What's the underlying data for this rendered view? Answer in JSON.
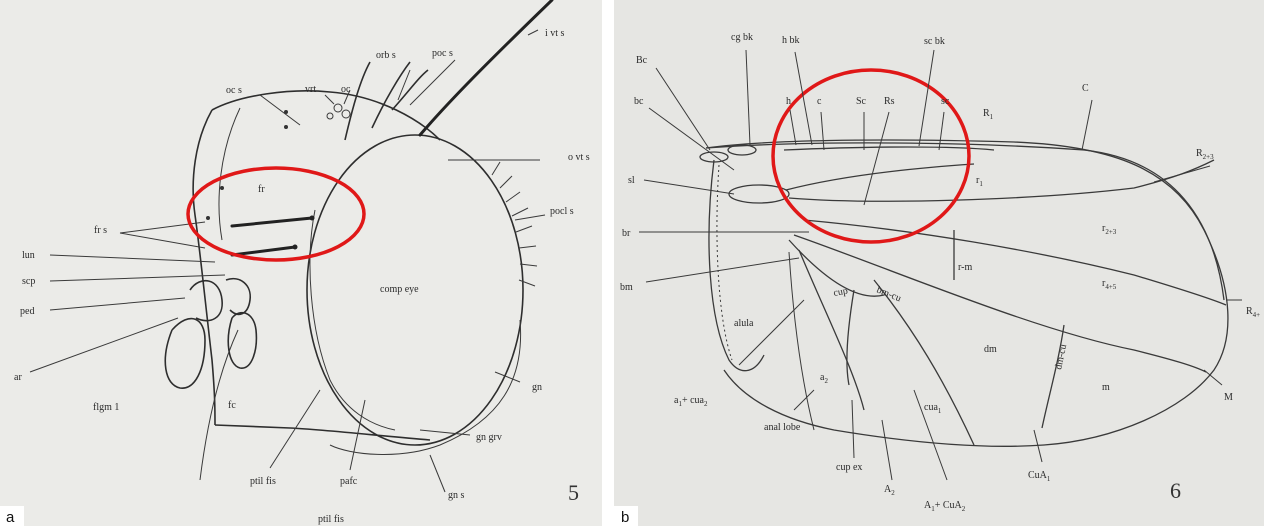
{
  "panel_a": {
    "letter": "a",
    "figure_number": "5",
    "labels": {
      "oc_s": "oc s",
      "vrt": "vrt",
      "oc": "oc",
      "orb_s": "orb s",
      "poc_s": "poc s",
      "i_vt_s": "i vt s",
      "o_vt_s": "o vt s",
      "fr": "fr",
      "fr_s": "fr s",
      "lun": "lun",
      "scp": "scp",
      "ped": "ped",
      "pocl_s": "pocl s",
      "comp_eye": "comp eye",
      "ar": "ar",
      "flgm_1": "flgm 1",
      "fc": "fc",
      "gn": "gn",
      "gn_grv": "gn grv",
      "ptil_fis_1": "ptil fis",
      "pafc": "pafc",
      "gn_s": "gn s",
      "ptil_fis_2": "ptil fis"
    }
  },
  "panel_b": {
    "letter": "b",
    "figure_number": "6",
    "labels": {
      "Bc": "Bc",
      "cg_bk": "cg bk",
      "h_bk": "h bk",
      "sc_bk": "sc bk",
      "bc": "bc",
      "h": "h",
      "c": "c",
      "Sc": "Sc",
      "Rs": "Rs",
      "sc": "sc",
      "R1": "R",
      "R1_sub": "1",
      "C": "C",
      "R23": "R",
      "R23_sub": "2+3",
      "sl": "sl",
      "r1": "r",
      "r1_sub": "1",
      "br": "br",
      "r23": "r",
      "r23_sub": "2+3",
      "bm": "bm",
      "r_m": "r-m",
      "r45": "r",
      "r45_sub": "4+5",
      "R45": "R",
      "R45_sub": "4+",
      "cup": "cup",
      "bm_cu": "bm-cu",
      "alula": "alula",
      "dm": "dm",
      "dm_cu": "dm-cu",
      "m": "m",
      "a1_cua2": "a",
      "a1_cua2_sub": "1",
      "a1_cua2_rest": "+ cua",
      "a1_cua2_sub2": "2",
      "a2": "a",
      "a2_sub": "2",
      "cua1": "cua",
      "cua1_sub": "1",
      "M": "M",
      "anal_lobe": "anal lobe",
      "cup_ex": "cup ex",
      "A2": "A",
      "A2_sub": "2",
      "A1CuA2": "A",
      "A1CuA2_sub": "1",
      "A1CuA2_rest": "+ CuA",
      "A1CuA2_sub2": "2",
      "CuA1": "CuA",
      "CuA1_sub": "1"
    }
  },
  "colors": {
    "highlight": "#e01818",
    "ink": "#2a2a2a"
  }
}
